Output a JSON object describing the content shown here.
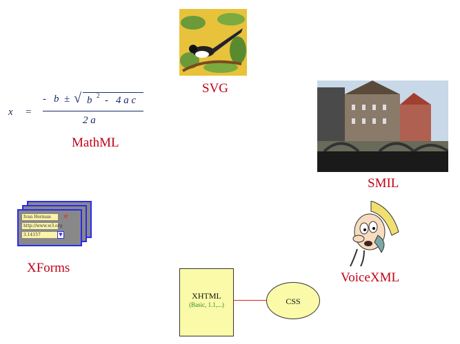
{
  "labels": {
    "svg": "SVG",
    "smil": "SMIL",
    "mathml": "MathML",
    "xforms": "XForms",
    "voicexml": "VoiceXML"
  },
  "formula": {
    "x": "x",
    "eq": "=",
    "num_minus": "-",
    "num_b": "b",
    "num_pm": "±",
    "num_b2": "b",
    "num_exp": "2",
    "num_minus2": "-",
    "num_4ac": "4 a c",
    "den": "2 a"
  },
  "xforms_fields": {
    "name": "Ivan Herman",
    "url": "http://www.w3.org",
    "number": "3.14157"
  },
  "xhtml": {
    "title": "XHTML",
    "subtitle": "(Basic, 1.1,...)"
  },
  "css": {
    "label": "CSS"
  },
  "colors": {
    "label": "#c00018",
    "box": "#fafaa8",
    "connector": "#e02020"
  }
}
